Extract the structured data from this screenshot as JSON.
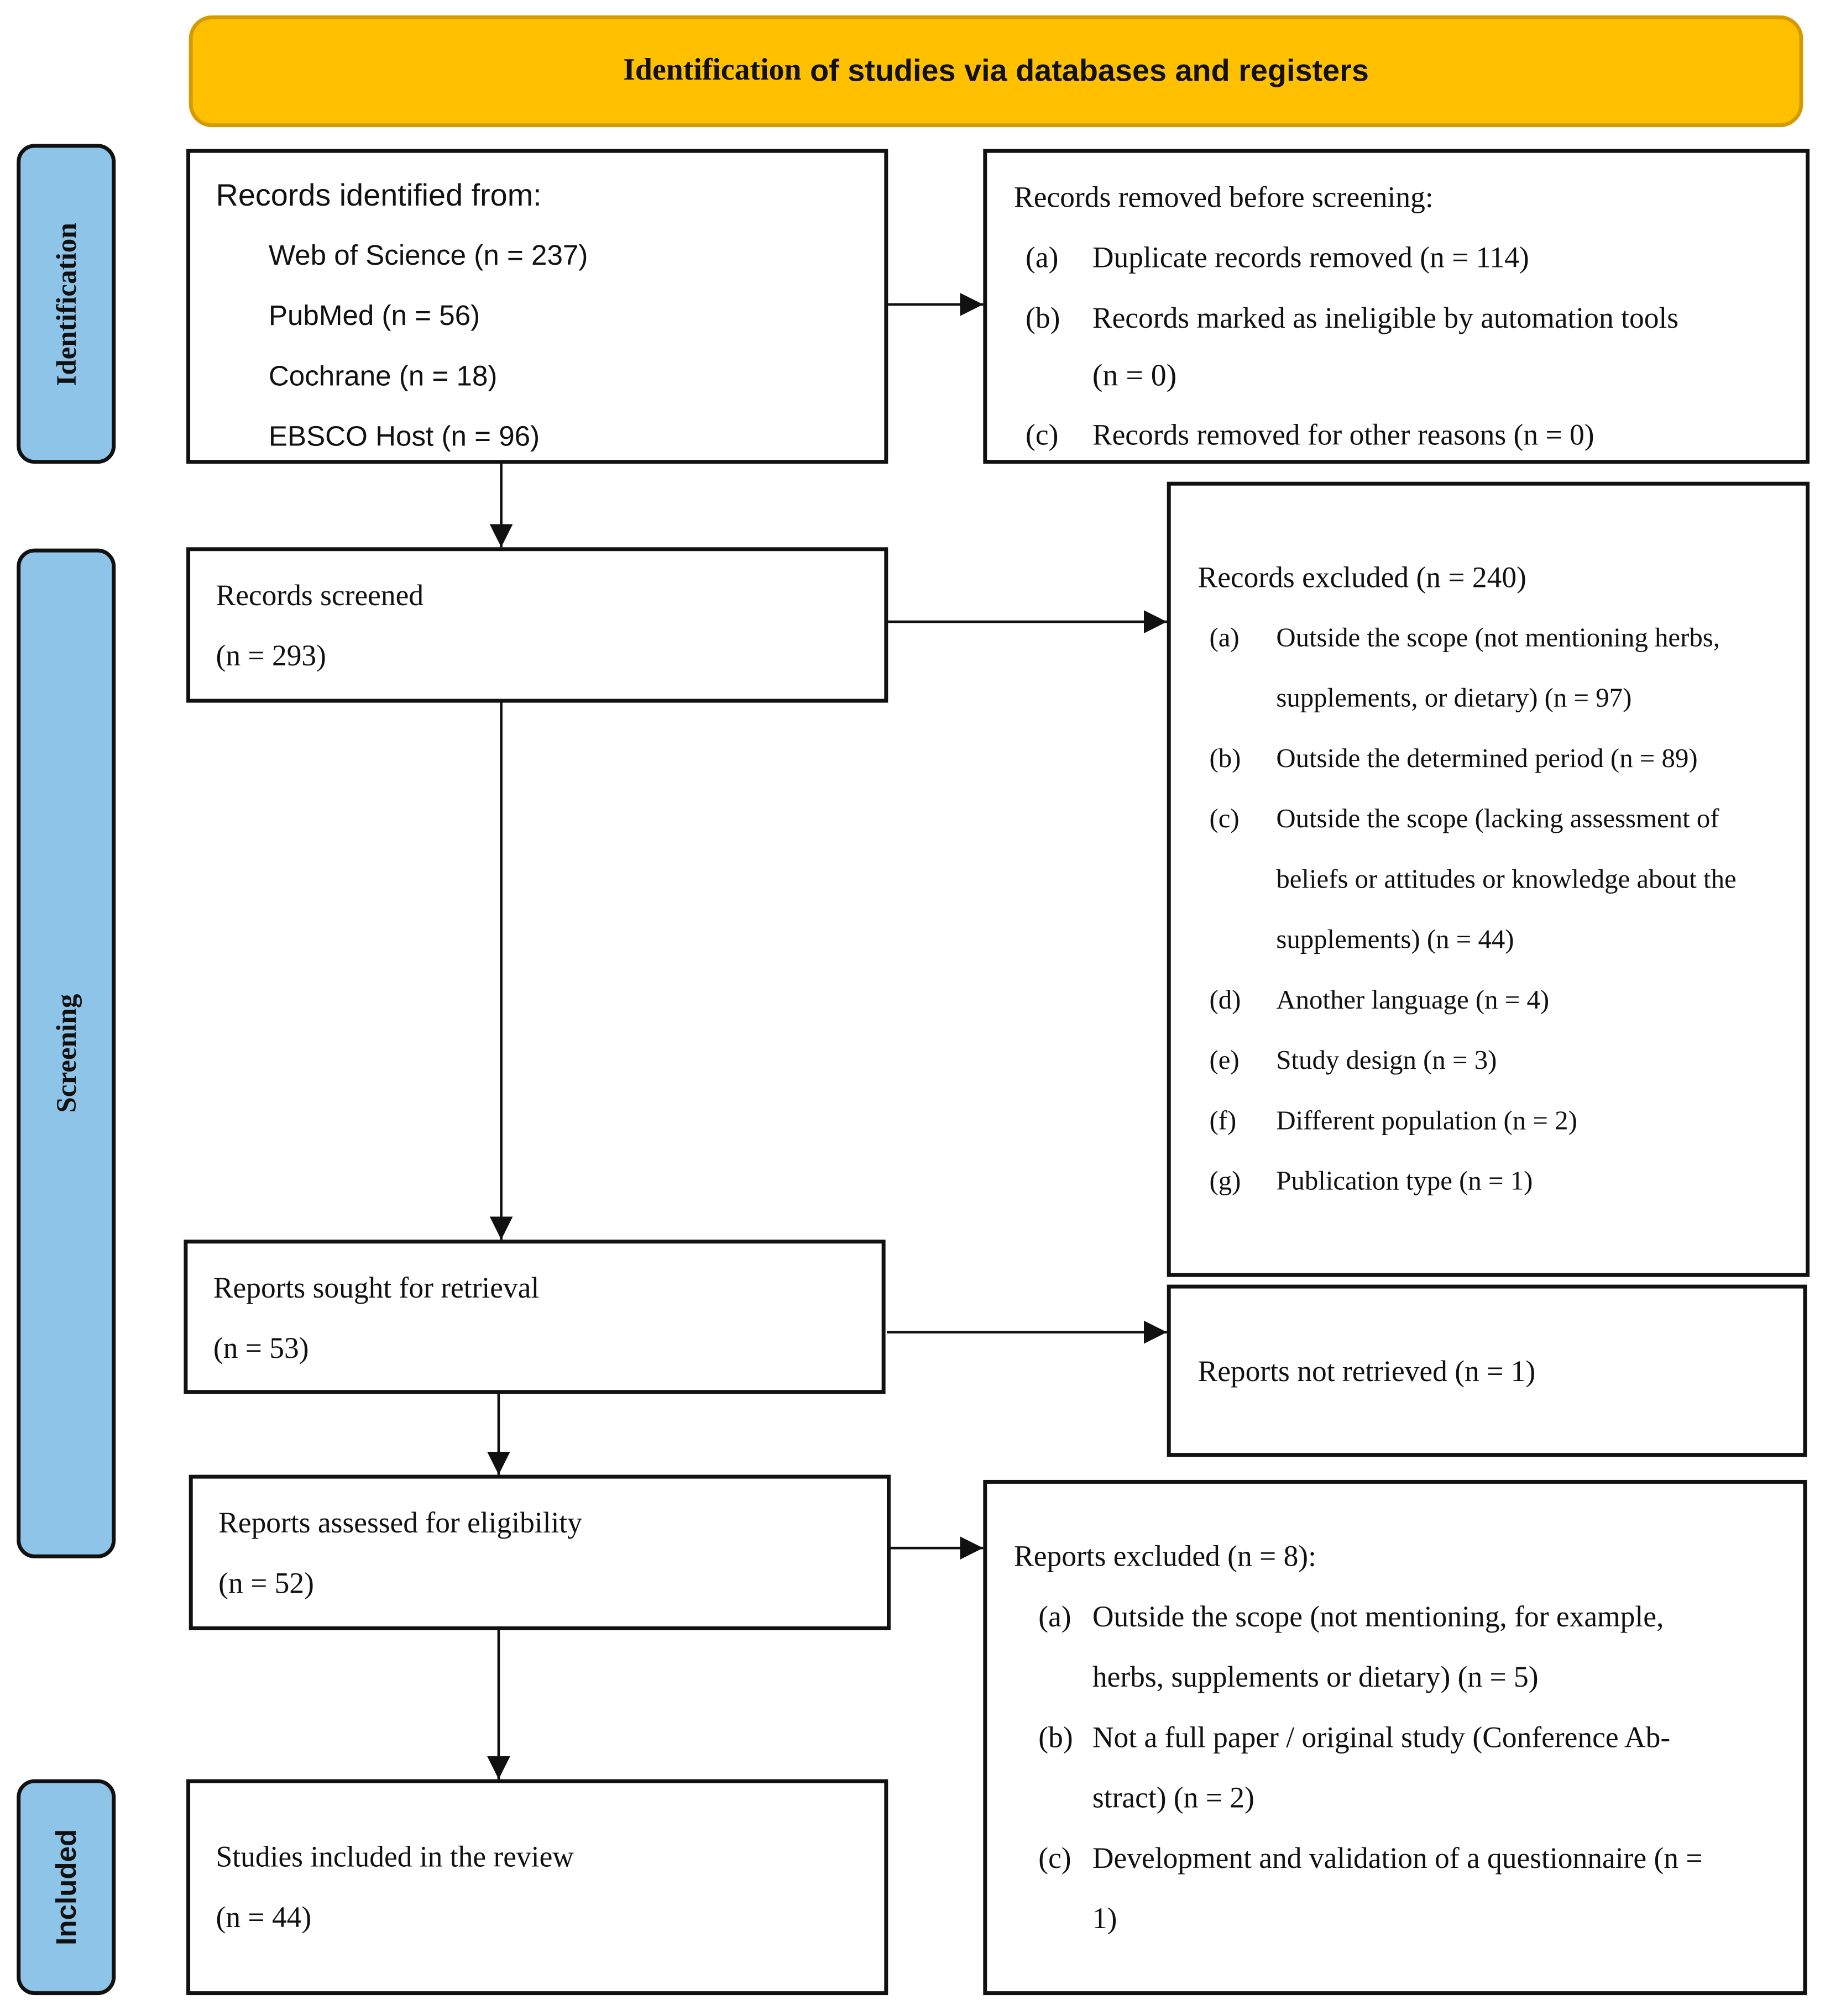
{
  "header": {
    "title_part1": "Identification",
    "title_part2": " of studies via databases and registers",
    "color": "#FFC000"
  },
  "phases": {
    "identification": "Identification",
    "screening": "Screening",
    "included": "Included",
    "color": "#8EC4E8"
  },
  "identified": {
    "title": "Records identified from:",
    "sources": [
      "Web of Science (n = 237)",
      "PubMed (n = 56)",
      "Cochrane (n = 18)",
      "EBSCO Host (n = 96)"
    ]
  },
  "removed": {
    "title": "Records removed before screening:",
    "items": [
      {
        "label": "(a)",
        "lines": [
          "Duplicate records removed (n = 114)"
        ]
      },
      {
        "label": "(b)",
        "lines": [
          "Records marked as ineligible by automation tools",
          "(n = 0)"
        ]
      },
      {
        "label": "(c)",
        "lines": [
          "Records removed for other reasons (n = 0)"
        ]
      }
    ]
  },
  "screened": {
    "title": "Records screened",
    "count": "(n = 293)"
  },
  "records_excluded": {
    "title": "Records excluded (n = 240)",
    "items": [
      {
        "label": "(a)",
        "lines": [
          "Outside the scope (not mentioning herbs,",
          "supplements, or dietary) (n = 97)"
        ]
      },
      {
        "label": "(b)",
        "lines": [
          "Outside the determined period (n = 89)"
        ]
      },
      {
        "label": "(c)",
        "lines": [
          "Outside the scope (lacking assessment of",
          "beliefs or attitudes or knowledge about the",
          "supplements) (n = 44)"
        ]
      },
      {
        "label": "(d)",
        "lines": [
          "Another language (n = 4)"
        ]
      },
      {
        "label": "(e)",
        "lines": [
          "Study design (n = 3)"
        ]
      },
      {
        "label": "(f)",
        "lines": [
          "Different population (n = 2)"
        ]
      },
      {
        "label": "(g)",
        "lines": [
          "Publication type (n = 1)"
        ]
      }
    ]
  },
  "sought": {
    "title": "Reports sought for retrieval",
    "count": "(n = 53)"
  },
  "not_retrieved": {
    "title": "Reports not retrieved (n = 1)"
  },
  "assessed": {
    "title": "Reports assessed for eligibility",
    "count": "(n = 52)"
  },
  "reports_excluded": {
    "title": "Reports excluded (n = 8):",
    "items": [
      {
        "label": "(a)",
        "lines": [
          "Outside the scope (not mentioning, for example,",
          "herbs, supplements or dietary) (n = 5)"
        ]
      },
      {
        "label": "(b)",
        "lines": [
          "Not a full paper / original study (Conference Ab-",
          "stract) (n = 2)"
        ]
      },
      {
        "label": "(c)",
        "lines": [
          "Development and validation of a questionnaire (n =",
          "1)"
        ]
      }
    ]
  },
  "included": {
    "title": "Studies included in the review",
    "count": "(n = 44)"
  }
}
